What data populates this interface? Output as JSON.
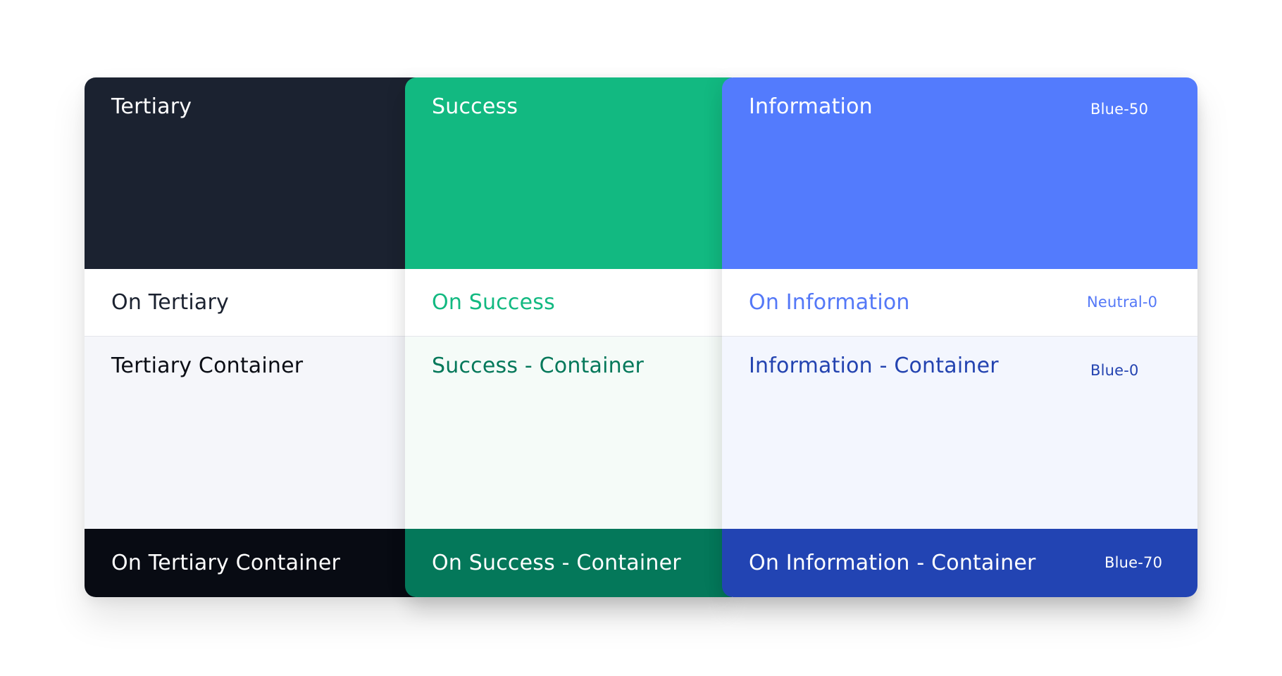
{
  "palette": {
    "columns": [
      {
        "id": "tertiary",
        "rows": {
          "main": {
            "label": "Tertiary",
            "bg": "#1B2230",
            "fg": "#FFFFFF"
          },
          "on": {
            "label": "On Tertiary",
            "bg": "#FFFFFF",
            "fg": "#1B2230"
          },
          "container": {
            "label": "Tertiary Container",
            "bg": "#F5F6FA",
            "fg": "#0A0D14"
          },
          "on_container": {
            "label": "On Tertiary Container",
            "bg": "#080B13",
            "fg": "#FFFFFF"
          }
        }
      },
      {
        "id": "success",
        "rows": {
          "main": {
            "label": "Success",
            "bg": "#12B981",
            "fg": "#FFFFFF"
          },
          "on": {
            "label": "On Success",
            "bg": "#FFFFFF",
            "fg": "#12B981"
          },
          "container": {
            "label": "Success - Container",
            "bg": "#F5FBF8",
            "fg": "#04785A"
          },
          "on_container": {
            "label": "On Success - Container",
            "bg": "#04785A",
            "fg": "#FFFFFF"
          }
        }
      },
      {
        "id": "information",
        "rows": {
          "main": {
            "label": "Information",
            "bg": "#537BFD",
            "fg": "#FFFFFF",
            "token": "Blue-50"
          },
          "on": {
            "label": "On Information",
            "bg": "#FFFFFF",
            "fg": "#5478F7",
            "token": "Neutral-0"
          },
          "container": {
            "label": "Information - Container",
            "bg": "#F3F6FE",
            "fg": "#2343B0",
            "token": "Blue-0"
          },
          "on_container": {
            "label": "On Information - Container",
            "bg": "#2244B3",
            "fg": "#FFFFFF",
            "token": "Blue-70"
          }
        }
      }
    ]
  }
}
